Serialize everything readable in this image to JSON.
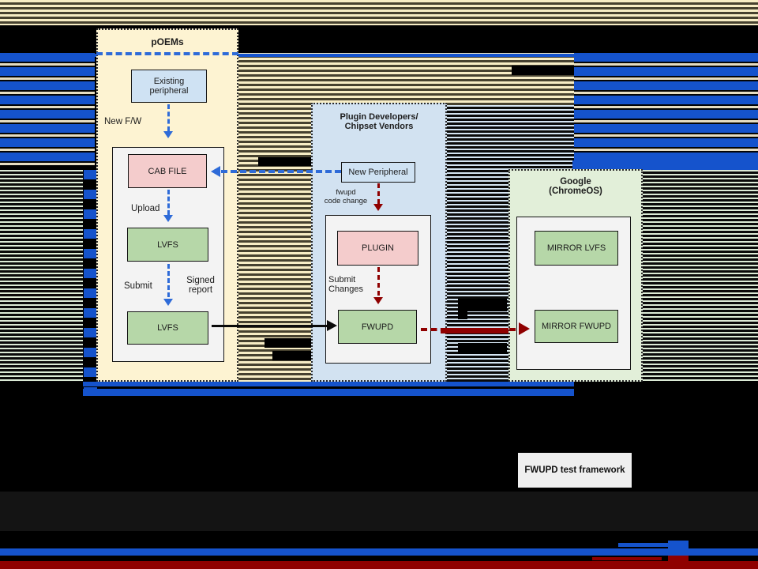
{
  "palette": {
    "accent_blue": "#1553cc",
    "arrow_blue": "#2e6bd8",
    "dark_red": "#8f0000",
    "panel_cream": "#fdf3d2",
    "panel_blue": "#d2e2f1",
    "panel_green": "#e2efd9",
    "box_pink": "#f4cccc",
    "box_green": "#b6d7a8",
    "box_blue": "#cfe2f3",
    "box_gray": "#f3f3f3"
  },
  "poems": {
    "title": "pOEMs",
    "existing_peripheral": "Existing\nperipheral",
    "new_fw_label": "New F/W",
    "cab_file": "CAB FILE",
    "upload_label": "Upload",
    "lvfs_1": "LVFS",
    "submit_label": "Submit",
    "signed_report_label": "Signed\nreport",
    "lvfs_2": "LVFS"
  },
  "plugin_devs": {
    "title": "Plugin Developers/\nChipset Vendors",
    "new_peripheral": "New Peripheral",
    "fwupd_code_change_label": "fwupd\ncode change",
    "plugin": "PLUGIN",
    "submit_changes_label": "Submit\nChanges",
    "fwupd": "FWUPD"
  },
  "google": {
    "title": "Google\n(ChromeOS)",
    "mirror_lvfs": "MIRROR LVFS",
    "mirror_fwupd": "MIRROR FWUPD"
  },
  "test_framework": {
    "label": "FWUPD test framework"
  }
}
